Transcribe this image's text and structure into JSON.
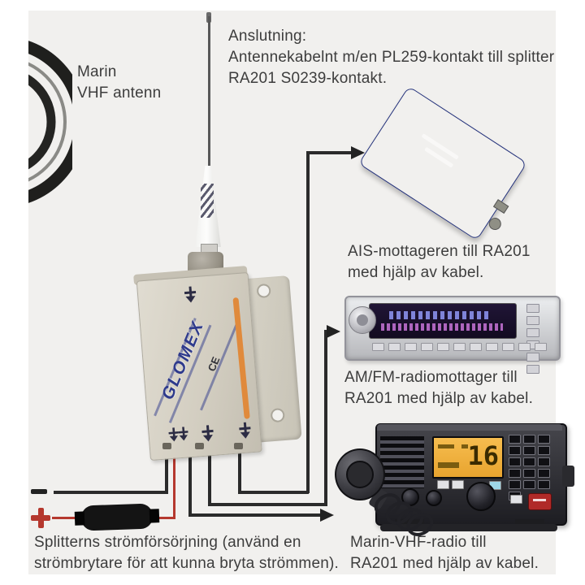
{
  "figure": {
    "background_color": "#f1f0ee",
    "wire_color": "#2b2b2b",
    "power_positive_color": "#b5382e"
  },
  "annotations": {
    "antenna_label": {
      "lines": [
        "Marin",
        "VHF antenn"
      ]
    },
    "connection_note": {
      "lines": [
        "Anslutning:",
        "Antennekabelnt m/en PL259-kontakt till splitter",
        "RA201 S0239-kontakt."
      ]
    },
    "ais_label": {
      "lines": [
        "AIS-mottageren till RA201",
        "med hjälp av kabel."
      ]
    },
    "amfm_label": {
      "lines": [
        "AM/FM-radiomottager till",
        "RA201 med hjälp av kabel."
      ]
    },
    "vhf_label": {
      "lines": [
        "Marin-VHF-radio till",
        "RA201 med hjälp av kabel."
      ]
    },
    "power_label": {
      "lines": [
        "Splitterns strömförsörjning (använd en",
        "strömbrytare för att kunna bryta strömmen)."
      ]
    }
  },
  "splitter": {
    "brand": "GLOMEX",
    "ce_mark": "CE"
  },
  "vhf_radio": {
    "channel_display": "16"
  },
  "power": {
    "plus_symbol": "+"
  }
}
